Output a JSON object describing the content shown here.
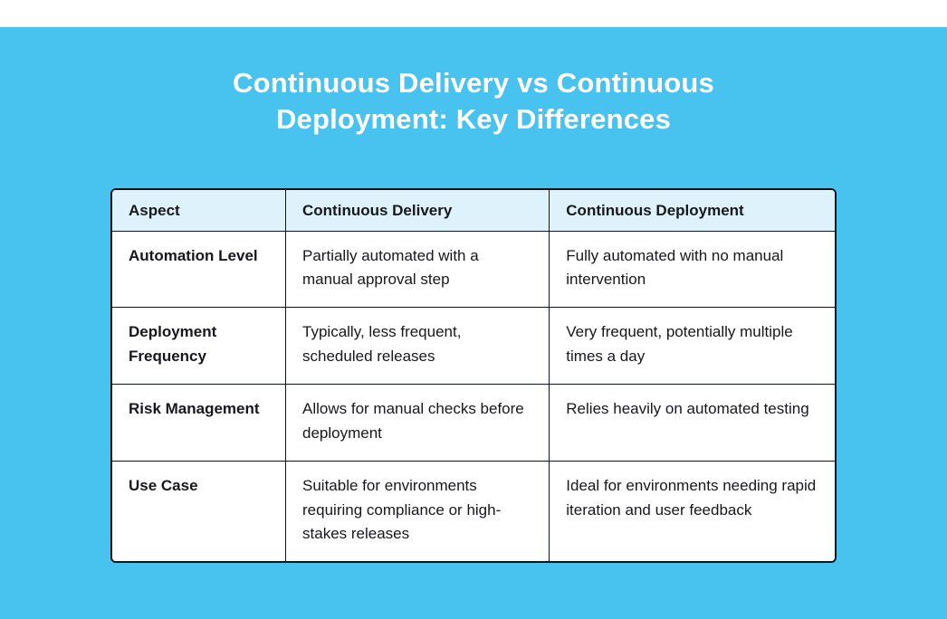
{
  "theme": {
    "background": "#48C2EF",
    "top_bar": "#FFFFFF",
    "title_color": "#FFFFFF",
    "header_bg": "#DEF2FC",
    "border_color": "#10151B",
    "text_color": "#17181C",
    "table_bg": "#FFFFFF"
  },
  "title": "Continuous Delivery vs Continuous Deployment: Key Differences",
  "chart_data": {
    "type": "table",
    "title": "Continuous Delivery vs Continuous Deployment: Key Differences",
    "columns": [
      "Aspect",
      "Continuous Delivery",
      "Continuous Deployment"
    ],
    "rows": [
      [
        "Automation Level",
        "Partially automated with a manual approval step",
        "Fully automated with no manual intervention"
      ],
      [
        "Deployment Frequency",
        "Typically, less frequent, scheduled releases",
        "Very frequent, potentially multiple times a day"
      ],
      [
        "Risk Management",
        "Allows for manual checks before deployment",
        "Relies heavily on automated testing"
      ],
      [
        "Use Case",
        "Suitable for environments requiring compliance or high-stakes releases",
        "Ideal for environments needing rapid iteration and user feedback"
      ]
    ]
  }
}
